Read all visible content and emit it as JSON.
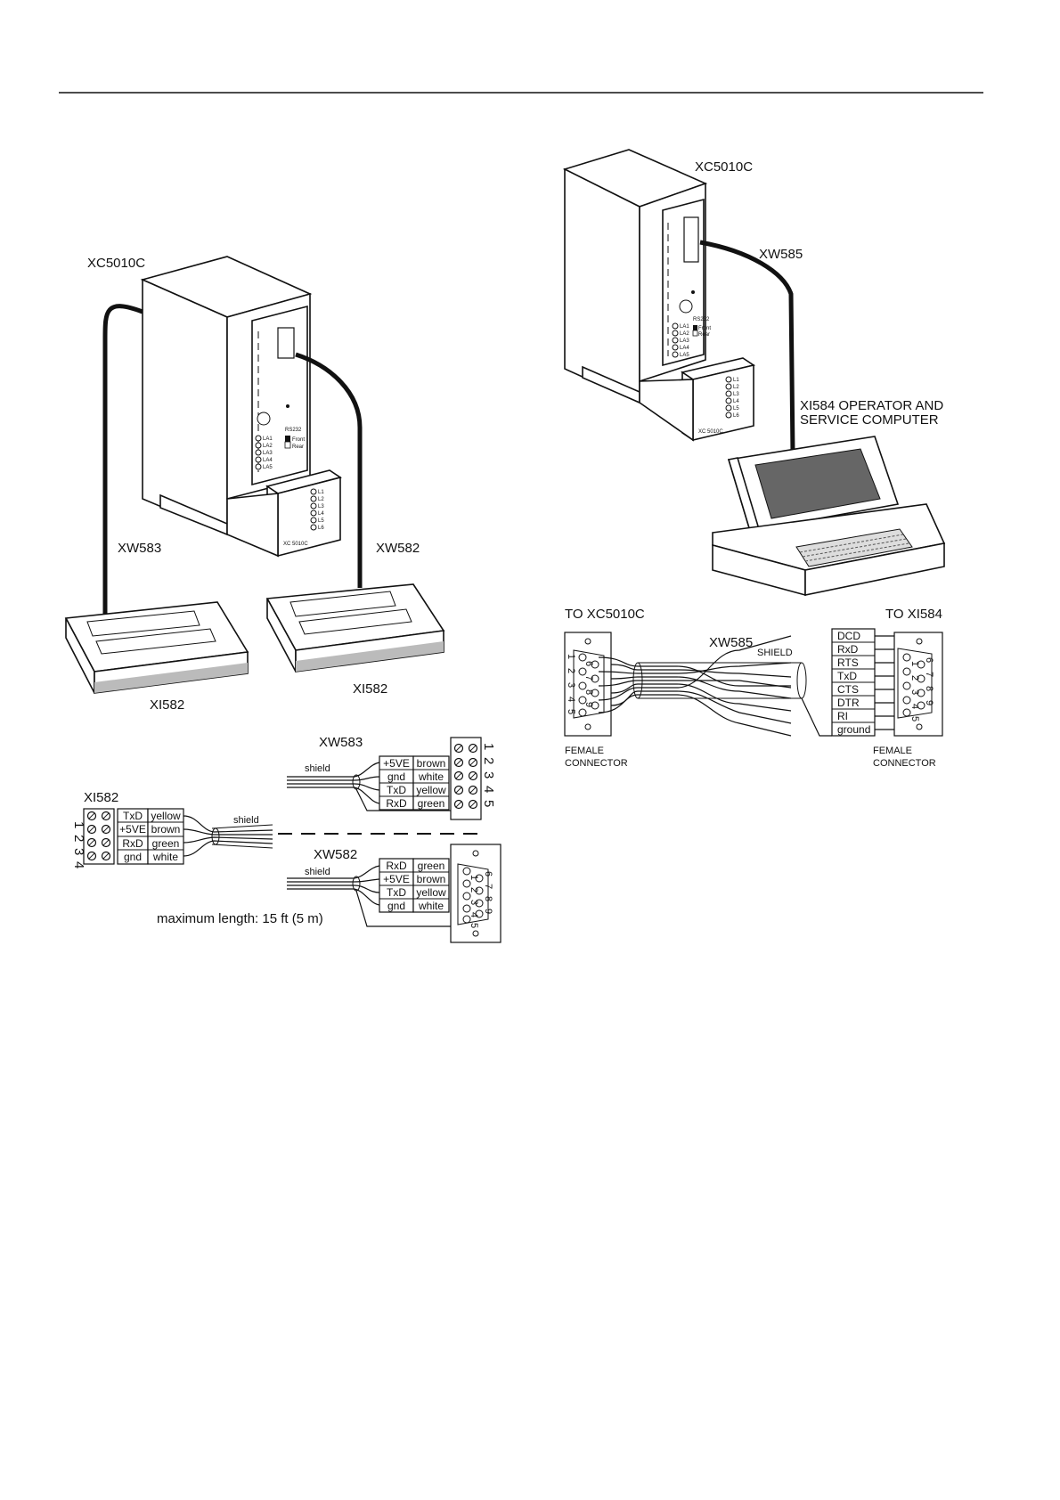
{
  "left": {
    "controller_label": "XC5010C",
    "cable_left_label": "XW583",
    "cable_right_label": "XW582",
    "terminal_left_label": "XI582",
    "terminal_right_label": "XI582",
    "panel": {
      "la": [
        "LA1",
        "LA2",
        "LA3",
        "LA4",
        "LA5"
      ],
      "rs232": "RS232",
      "front": "Front",
      "rear": "Rear",
      "l": [
        "L1",
        "L2",
        "L3",
        "L4",
        "L5",
        "L6"
      ],
      "model": "XC 5010C"
    },
    "xi582_block": {
      "title": "XI582",
      "pins": [
        "1",
        "2",
        "3",
        "4"
      ],
      "signals": [
        "TxD",
        "+5VE",
        "RxD",
        "gnd"
      ],
      "colors": [
        "yellow",
        "brown",
        "green",
        "white"
      ]
    },
    "shield_label": "shield",
    "xw583": {
      "title": "XW583",
      "shield": "shield",
      "signals": [
        "+5VE",
        "gnd",
        "TxD",
        "RxD"
      ],
      "colors": [
        "brown",
        "white",
        "yellow",
        "green"
      ],
      "pins": [
        "1",
        "2",
        "3",
        "4",
        "5"
      ]
    },
    "xw582": {
      "title": "XW582",
      "shield": "shield",
      "signals": [
        "RxD",
        "+5VE",
        "TxD",
        "gnd"
      ],
      "colors": [
        "green",
        "brown",
        "yellow",
        "white"
      ],
      "pins_a": [
        "1",
        "2",
        "3",
        "4",
        "5"
      ],
      "pins_b": [
        "6",
        "7",
        "8",
        "9"
      ]
    },
    "max_length": "maximum length: 15 ft (5 m)"
  },
  "right": {
    "controller_label": "XC5010C",
    "cable_label": "XW585",
    "computer_label_1": "XI584 OPERATOR AND",
    "computer_label_2": "SERVICE COMPUTER",
    "panel": {
      "la": [
        "LA1",
        "LA2",
        "LA3",
        "LA4",
        "LA5"
      ],
      "rs232": "RS232",
      "front": "Front",
      "rear": "Rear",
      "l": [
        "L1",
        "L2",
        "L3",
        "L4",
        "L5",
        "L6"
      ],
      "model": "XC 5010C"
    },
    "wiring": {
      "to_left": "TO XC5010C",
      "to_right": "TO XI584",
      "cable": "XW585",
      "shield": "SHIELD",
      "signals": [
        "DCD",
        "RxD",
        "RTS",
        "TxD",
        "CTS",
        "DTR",
        "RI",
        "ground"
      ],
      "left_pins": [
        "1",
        "6",
        "2",
        "7",
        "3",
        "8",
        "4",
        "9",
        "5"
      ],
      "right_pins_a": [
        "1",
        "2",
        "3",
        "4",
        "5"
      ],
      "right_pins_b": [
        "6",
        "7",
        "8",
        "9"
      ],
      "female_1": "FEMALE",
      "connector_1": "CONNECTOR",
      "female_2": "FEMALE",
      "connector_2": "CONNECTOR"
    }
  }
}
